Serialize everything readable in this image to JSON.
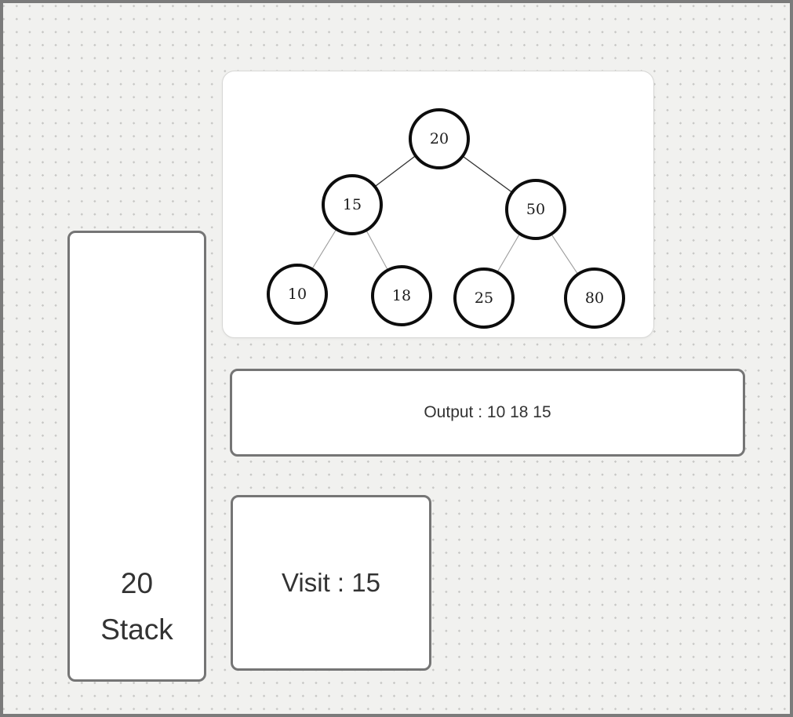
{
  "tree": {
    "nodes": [
      {
        "label": "20"
      },
      {
        "label": "15"
      },
      {
        "label": "50"
      },
      {
        "label": "10"
      },
      {
        "label": "18"
      },
      {
        "label": "25"
      },
      {
        "label": "80"
      }
    ],
    "edges": [
      [
        "20",
        "15"
      ],
      [
        "20",
        "50"
      ],
      [
        "15",
        "10"
      ],
      [
        "15",
        "18"
      ],
      [
        "50",
        "25"
      ],
      [
        "50",
        "80"
      ]
    ]
  },
  "stack": {
    "top_item": "20",
    "label": "Stack"
  },
  "output": {
    "text": "Output : 10 18 15"
  },
  "visit": {
    "text": "Visit : 15"
  },
  "colors": {
    "canvas_background": "#f1f1ef",
    "grid_dot": "#c7c7c5",
    "frame_border": "#7b7b7b",
    "box_border": "#757575",
    "node_border": "#0d0d0d",
    "text": "#333333",
    "edge_dark": "#333333",
    "edge_light": "#9b9b9b"
  }
}
